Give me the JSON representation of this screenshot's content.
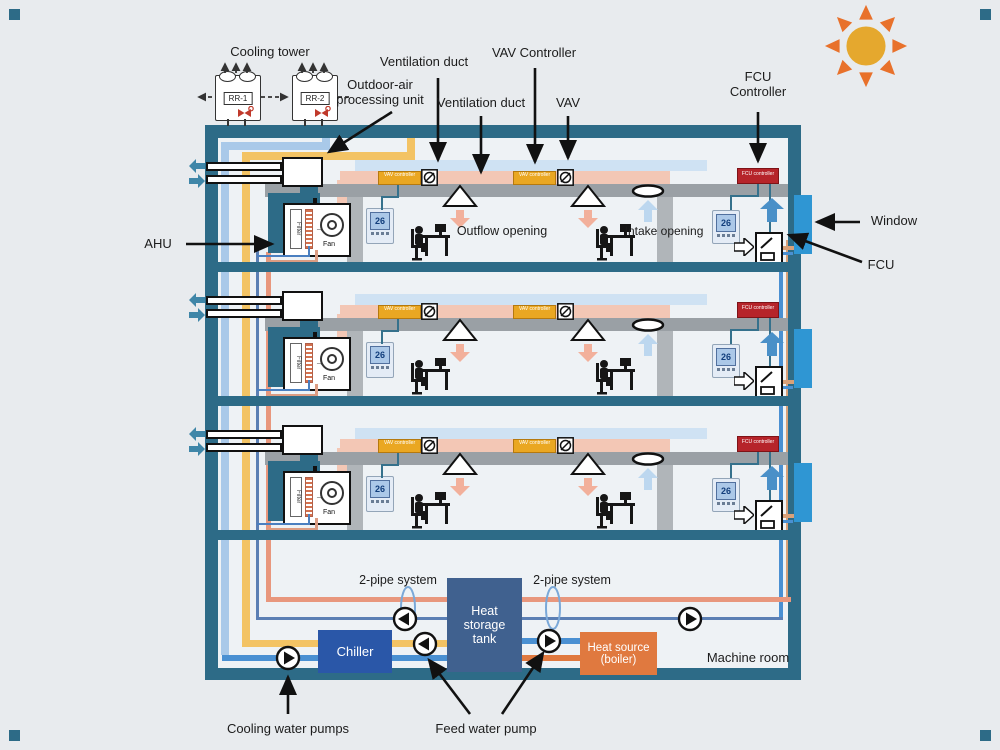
{
  "labels": {
    "cooling_tower": "Cooling tower",
    "ventilation_duct_upper": "Ventilation duct",
    "ventilation_duct_lower": "Ventilation duct",
    "vav_controller": "VAV Controller",
    "vav": "VAV",
    "outdoor_air_unit": "Outdoor-air processing unit",
    "fcu_controller": "FCU Controller",
    "ahu": "AHU",
    "window": "Window",
    "fcu": "FCU",
    "outflow_opening": "Outflow opening",
    "intake_opening": "Intake opening",
    "two_pipe_system_left": "2-pipe system",
    "two_pipe_system_right": "2-pipe system",
    "machine_room": "Machine room",
    "cooling_water_pumps": "Cooling water pumps",
    "feed_water_pump": "Feed water pump"
  },
  "cooling_towers": {
    "tower_1": "RR-1",
    "tower_2": "RR-2"
  },
  "floor_equipment": {
    "vav_controller_box": "VAV controller",
    "fcu_controller_box": "FCU controller",
    "filter": "Filter",
    "fan": "Fan",
    "thermostat_reading": "26"
  },
  "machine_room_equipment": {
    "chiller": "Chiller",
    "heat_storage_tank": "Heat storage tank",
    "heat_source": "Heat source (boiler)"
  },
  "colors": {
    "wall_teal": "#2d6b87",
    "duct_gray": "#9aa0a5",
    "supply_salmon": "#f3c7b5",
    "return_lightblue": "#cfe2f3",
    "vav_yellow": "#eaa722",
    "fcu_red": "#b6242a",
    "chiller_blue": "#2a57a8",
    "tank_blue": "#40618f",
    "boiler_orange": "#e0793f",
    "window_blue": "#2f96d3",
    "pipe_blue": "#4a90d2",
    "pipe_yellow": "#f3c364",
    "pipe_salmon": "#e8977d",
    "sun_gold": "#e5a82e",
    "sun_ray_orange": "#e8712b"
  }
}
